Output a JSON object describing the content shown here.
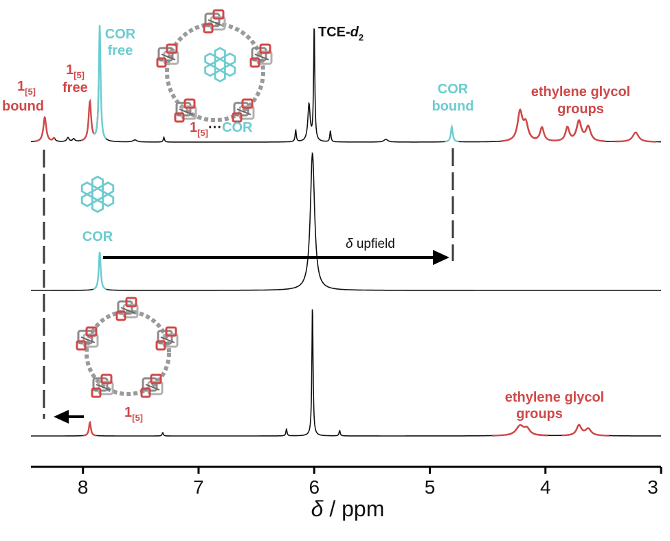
{
  "chart_data": {
    "type": "line",
    "xlabel_symbol": "δ",
    "xlabel_unit": " / ppm",
    "xlim": [
      8.45,
      3.0
    ],
    "xticks": [
      8,
      7,
      6,
      5,
      4,
      3
    ],
    "colors": {
      "host": "#d04848",
      "guest": "#6ccccf",
      "solvent": "#111111"
    },
    "series": [
      {
        "peaks": [
          {
            "x": 8.33,
            "h": 36,
            "w": 0.015,
            "c": "host"
          },
          {
            "x": 8.25,
            "h": 5,
            "w": 0.012,
            "c": "solvent"
          },
          {
            "x": 8.13,
            "h": 6,
            "w": 0.012,
            "c": "solvent"
          },
          {
            "x": 8.08,
            "h": 4,
            "w": 0.012,
            "c": "solvent"
          },
          {
            "x": 7.94,
            "h": 58,
            "w": 0.013,
            "c": "host"
          },
          {
            "x": 7.855,
            "h": 170,
            "w": 0.009,
            "c": "guest"
          },
          {
            "x": 7.55,
            "h": 3,
            "w": 0.02,
            "c": "solvent"
          },
          {
            "x": 7.3,
            "h": 7,
            "w": 0.006,
            "c": "solvent"
          },
          {
            "x": 6.16,
            "h": 17,
            "w": 0.006,
            "c": "solvent"
          },
          {
            "x": 6.045,
            "h": 54,
            "w": 0.012,
            "c": "solvent"
          },
          {
            "x": 6.0,
            "h": 170,
            "w": 0.006,
            "c": "solvent"
          },
          {
            "x": 5.86,
            "h": 16,
            "w": 0.006,
            "c": "solvent"
          },
          {
            "x": 5.38,
            "h": 4,
            "w": 0.02,
            "c": "solvent"
          },
          {
            "x": 4.81,
            "h": 22,
            "w": 0.01,
            "c": "guest"
          },
          {
            "x": 4.22,
            "h": 42,
            "w": 0.025,
            "c": "host"
          },
          {
            "x": 4.17,
            "h": 24,
            "w": 0.025,
            "c": "host"
          },
          {
            "x": 4.03,
            "h": 20,
            "w": 0.02,
            "c": "host"
          },
          {
            "x": 3.81,
            "h": 20,
            "w": 0.02,
            "c": "host"
          },
          {
            "x": 3.71,
            "h": 29,
            "w": 0.025,
            "c": "host"
          },
          {
            "x": 3.63,
            "h": 21,
            "w": 0.025,
            "c": "host"
          },
          {
            "x": 3.22,
            "h": 14,
            "w": 0.03,
            "c": "host"
          }
        ]
      },
      {
        "peaks": [
          {
            "x": 7.855,
            "h": 56,
            "w": 0.01,
            "c": "guest"
          },
          {
            "x": 6.015,
            "h": 200,
            "w": 0.022,
            "c": "solvent"
          }
        ]
      },
      {
        "peaks": [
          {
            "x": 7.94,
            "h": 20,
            "w": 0.01,
            "c": "host"
          },
          {
            "x": 7.31,
            "h": 5,
            "w": 0.006,
            "c": "solvent"
          },
          {
            "x": 6.24,
            "h": 10,
            "w": 0.006,
            "c": "solvent"
          },
          {
            "x": 6.015,
            "h": 192,
            "w": 0.006,
            "c": "solvent"
          },
          {
            "x": 5.78,
            "h": 8,
            "w": 0.006,
            "c": "solvent"
          },
          {
            "x": 4.22,
            "h": 14,
            "w": 0.04,
            "c": "host"
          },
          {
            "x": 4.16,
            "h": 9,
            "w": 0.03,
            "c": "host"
          },
          {
            "x": 3.71,
            "h": 15,
            "w": 0.025,
            "c": "host"
          },
          {
            "x": 3.63,
            "h": 10,
            "w": 0.03,
            "c": "host"
          }
        ]
      }
    ],
    "annotations": {
      "cor_free": [
        "COR",
        "free"
      ],
      "host_free": {
        "main": "1",
        "sub": "[5]",
        "line2": "free"
      },
      "host_bound": {
        "main": "1",
        "sub": "[5]",
        "line2": "bound"
      },
      "solvent": {
        "main": "TCE-",
        "italic": "d",
        "sub": "2"
      },
      "complex": {
        "main": "1",
        "sub": "[5]",
        "dots": "···",
        "guest": "COR"
      },
      "cor_bound": [
        "COR",
        "bound"
      ],
      "glycol_top": [
        "ethylene glycol",
        "groups"
      ],
      "cor_label": "COR",
      "upfield": {
        "sym": "δ",
        "text": " upfield"
      },
      "host_label": {
        "main": "1",
        "sub": "[5]"
      },
      "glycol_bottom": [
        "ethylene glycol",
        "groups"
      ]
    }
  }
}
